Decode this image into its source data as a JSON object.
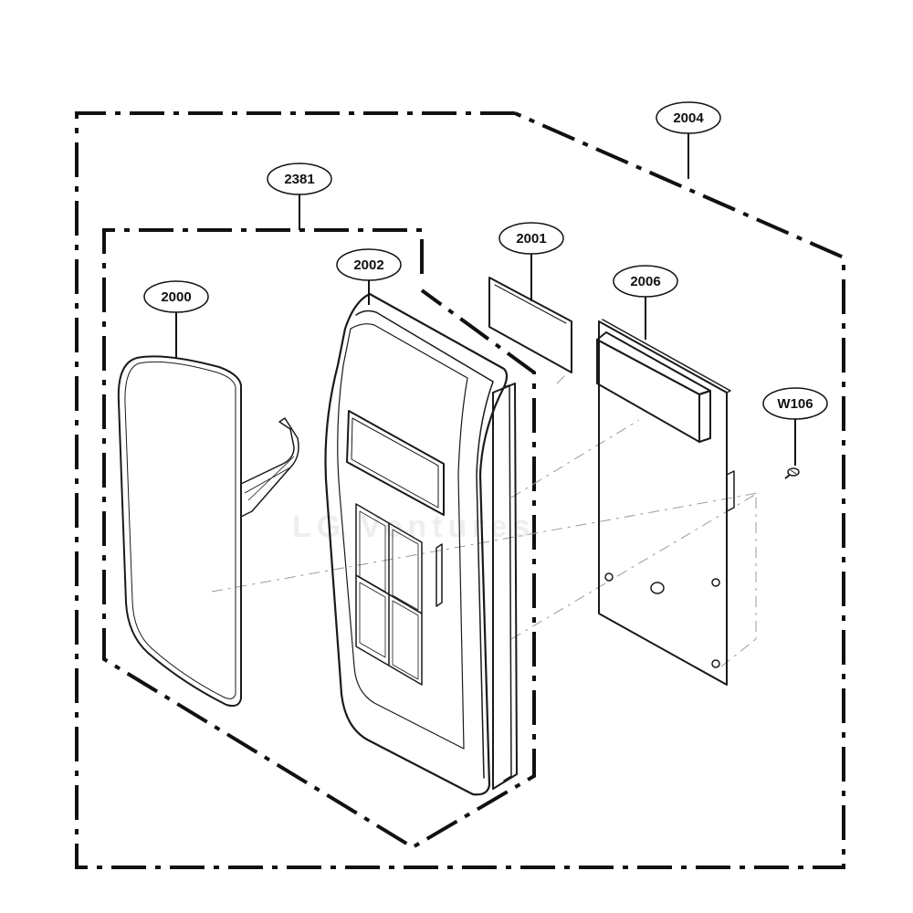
{
  "diagram": {
    "callouts": {
      "assembly_outer": "2004",
      "assembly_inner": "2381",
      "window_sheet": "2000",
      "control_panel": "2002",
      "display_window": "2001",
      "pcb_board": "2006",
      "screw": "W106"
    },
    "watermark": "LG Ventures"
  },
  "colors": {
    "line": "#1a1a1a",
    "background": "#ffffff",
    "guide": "#9a9a9a"
  }
}
